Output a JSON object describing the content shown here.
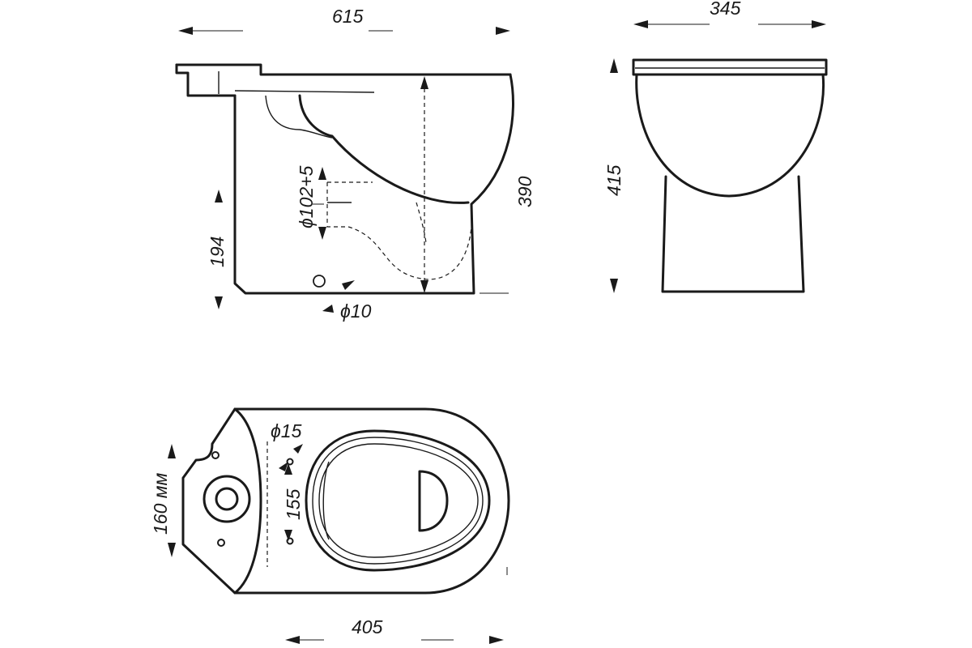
{
  "dimensions": {
    "side_width": "615",
    "front_width": "345",
    "side_height": "390",
    "front_height": "415",
    "outlet_height": "194",
    "outlet_diameter": "ϕ102+5",
    "side_hole": "ϕ10",
    "bolt_hole": "ϕ15",
    "bolt_spacing": "155",
    "cistern_depth": "160 мм",
    "top_length": "405"
  }
}
